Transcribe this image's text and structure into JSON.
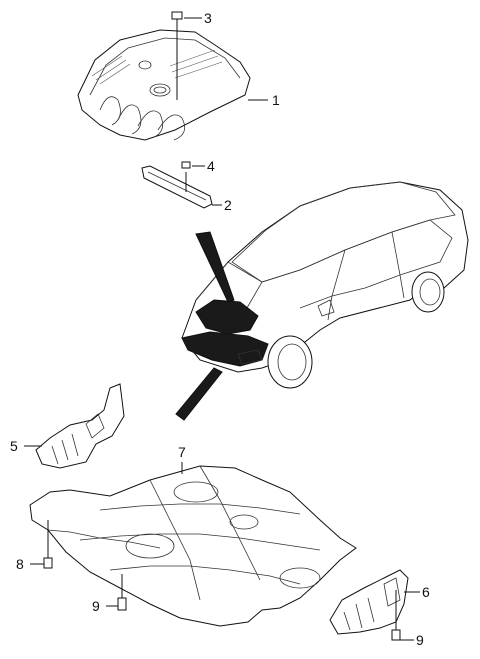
{
  "callouts": [
    {
      "id": "1",
      "label": "1"
    },
    {
      "id": "2",
      "label": "2"
    },
    {
      "id": "3",
      "label": "3"
    },
    {
      "id": "4",
      "label": "4"
    },
    {
      "id": "5",
      "label": "5"
    },
    {
      "id": "6",
      "label": "6"
    },
    {
      "id": "7",
      "label": "7"
    },
    {
      "id": "8",
      "label": "8"
    },
    {
      "id": "9a",
      "label": "9"
    },
    {
      "id": "9b",
      "label": "9"
    }
  ]
}
